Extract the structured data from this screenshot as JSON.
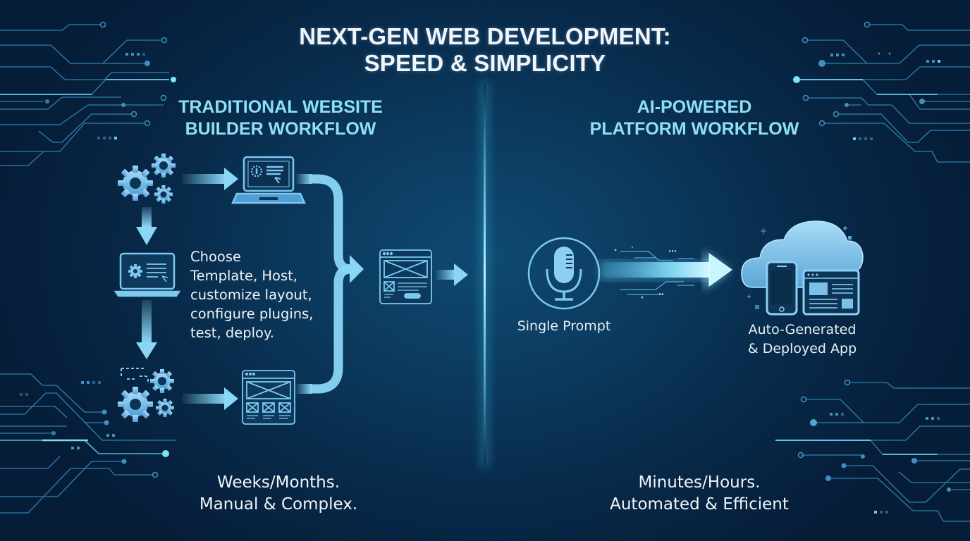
{
  "header": {
    "title_line1": "NEXT-GEN WEB DEVELOPMENT:",
    "title_line2": "SPEED & SIMPLICITY"
  },
  "left_panel": {
    "heading_line1": "TRADITIONAL WEBSITE",
    "heading_line2": "BUILDER WORKFLOW",
    "steps": {
      "line1": "Choose",
      "line2": "Template, Host,",
      "line3": "customize layout,",
      "line4": "configure plugins,",
      "line5": "test, deploy."
    },
    "icons": [
      "gears-icon",
      "laptop-setup-icon",
      "laptop-settings-icon",
      "gears-config-icon",
      "wireframe-page-icon",
      "wireframe-result-icon"
    ],
    "footer_line1": "Weeks/Months.",
    "footer_line2": "Manual & Complex."
  },
  "right_panel": {
    "heading_line1": "AI-POWERED",
    "heading_line2": "PLATFORM WORKFLOW",
    "prompt_label": "Single Prompt",
    "result_label_line1": "Auto-Generated",
    "result_label_line2": "& Deployed App",
    "icons": [
      "microphone-icon",
      "glowing-arrow-icon",
      "cloud-app-icon"
    ],
    "footer_line1": "Minutes/Hours.",
    "footer_line2": "Automated & Efficient"
  },
  "colors": {
    "background_center": "#0f4a72",
    "background_edge": "#061d38",
    "heading_cyan": "#8fe0f5",
    "icon_blue": "#7cc8f0",
    "arrow_blue": "#8ad6f5",
    "circuit_line": "#2f7fb0",
    "glow": "#b8f4ff"
  }
}
